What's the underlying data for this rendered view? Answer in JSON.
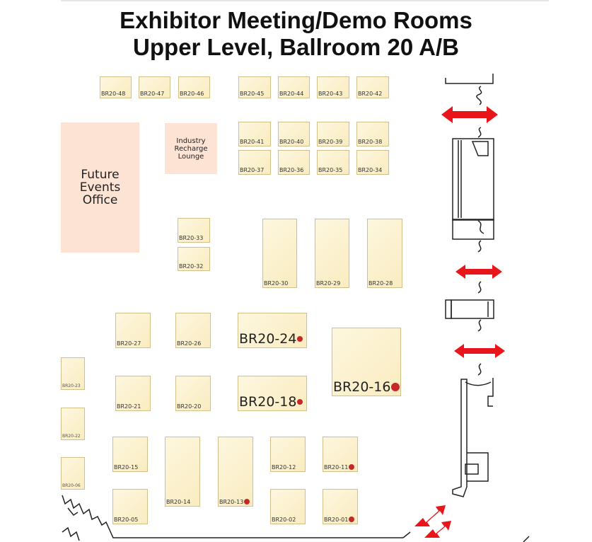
{
  "header": {
    "line1": "Exhibitor Meeting/Demo Rooms",
    "line2": "Upper Level, Ballroom 20 A/B"
  },
  "areas": {
    "office": "Future\nEvents\nOffice",
    "lounge": "Industry\nRecharge\nLounge"
  },
  "booths": {
    "b48": "BR20-48",
    "b47": "BR20-47",
    "b46": "BR20-46",
    "b45": "BR20-45",
    "b44": "BR20-44",
    "b43": "BR20-43",
    "b42": "BR20-42",
    "b41": "BR20-41",
    "b40": "BR20-40",
    "b39": "BR20-39",
    "b38": "BR20-38",
    "b37": "BR20-37",
    "b36": "BR20-36",
    "b35": "BR20-35",
    "b34": "BR20-34",
    "b33": "BR20-33",
    "b32": "BR20-32",
    "b30": "BR20-30",
    "b29": "BR20-29",
    "b28": "BR20-28",
    "b27": "BR20-27",
    "b26": "BR20-26",
    "b24": "BR20-24",
    "b23": "BR20-23",
    "b22": "BR20-22",
    "b06": "BR20-06",
    "b21": "BR20-21",
    "b20": "BR20-20",
    "b18": "BR20-18",
    "b16": "BR20-16",
    "b15": "BR20-15",
    "b14": "BR20-14",
    "b13": "BR20-13",
    "b12": "BR20-12",
    "b11": "BR20-11",
    "b05": "BR20-05",
    "b02": "BR20-02",
    "b01": "BR20-01"
  },
  "colors": {
    "booth_fill": "#faecc0",
    "area_fill": "#fde3d4",
    "arrow": "#e8161b",
    "exhibitor_badge": "#c62828"
  },
  "icons": {
    "exhibitor_badge": "exhibitor-badge-icon",
    "arrow": "double-arrow-icon"
  }
}
